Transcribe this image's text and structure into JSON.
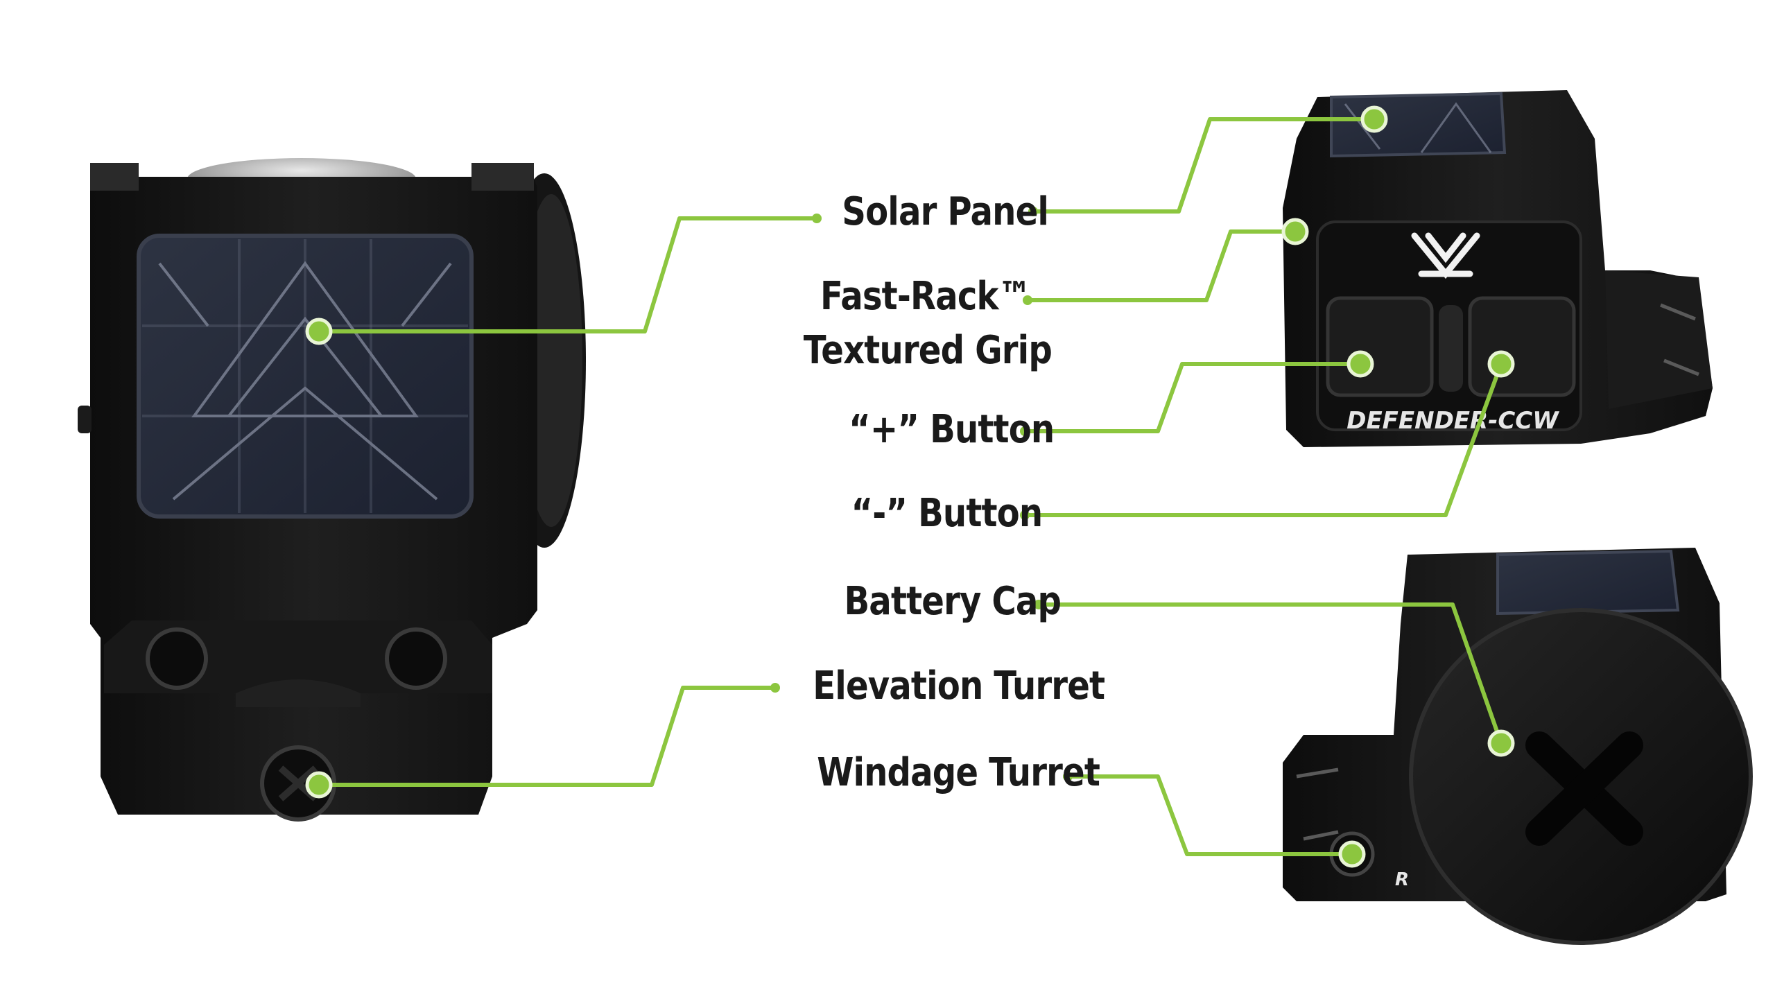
{
  "callouts": {
    "solar_panel": "Solar Panel",
    "fast_rack_line1": "Fast-Rack™",
    "fast_rack_line2": "Textured Grip",
    "plus_button": "“+” Button",
    "minus_button": "“-” Button",
    "battery_cap": "Battery Cap",
    "elevation_turret": "Elevation Turret",
    "windage_turret": "Windage Turret"
  },
  "product": {
    "model_marking": "DEFENDER-CCW",
    "turret_marking": "R"
  },
  "colors": {
    "leader": "#8cc63f",
    "body": "#141414",
    "text": "#1a1a1a",
    "background": "#ffffff"
  },
  "icons": {
    "logo": "vortex-logo-icon"
  }
}
